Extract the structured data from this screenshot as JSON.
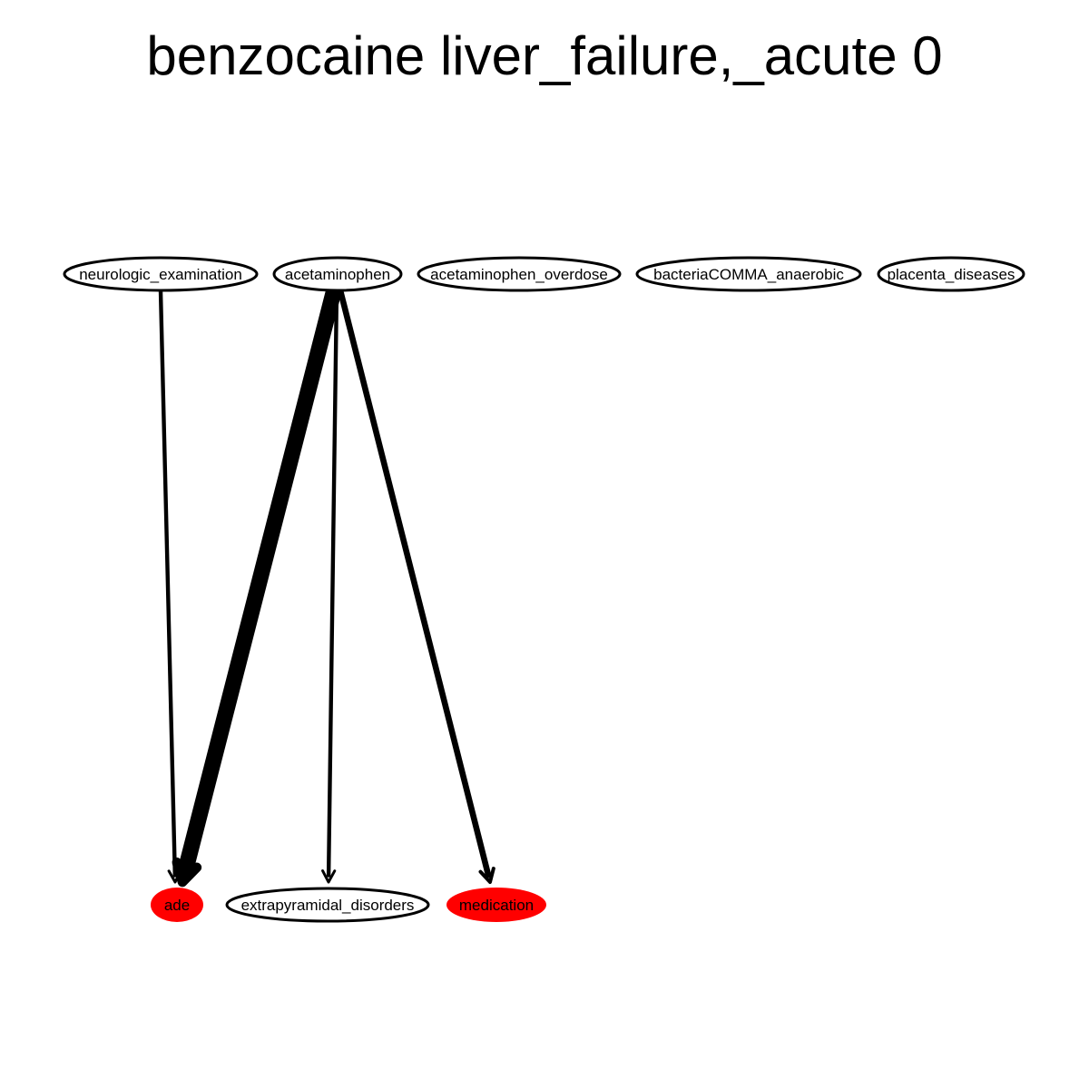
{
  "title": "benzocaine liver_failure,_acute 0",
  "colors": {
    "node_fill_default": "#ffffff",
    "node_fill_highlight": "#ff0000",
    "stroke": "#000000"
  },
  "nodes": [
    {
      "id": "neurologic_examination",
      "label": "neurologic_examination",
      "highlight": false
    },
    {
      "id": "acetaminophen",
      "label": "acetaminophen",
      "highlight": false
    },
    {
      "id": "acetaminophen_overdose",
      "label": "acetaminophen_overdose",
      "highlight": false
    },
    {
      "id": "bacteriaCOMMA_anaerobic",
      "label": "bacteriaCOMMA_anaerobic",
      "highlight": false
    },
    {
      "id": "placenta_diseases",
      "label": "placenta_diseases",
      "highlight": false
    },
    {
      "id": "ade",
      "label": "ade",
      "highlight": true
    },
    {
      "id": "extrapyramidal_disorders",
      "label": "extrapyramidal_disorders",
      "highlight": false
    },
    {
      "id": "medication",
      "label": "medication",
      "highlight": true
    }
  ],
  "edges": [
    {
      "from": "neurologic_examination",
      "to": "ade",
      "weight": 2
    },
    {
      "from": "acetaminophen",
      "to": "ade",
      "weight": 8
    },
    {
      "from": "acetaminophen",
      "to": "extrapyramidal_disorders",
      "weight": 2
    },
    {
      "from": "acetaminophen",
      "to": "medication",
      "weight": 3
    }
  ]
}
